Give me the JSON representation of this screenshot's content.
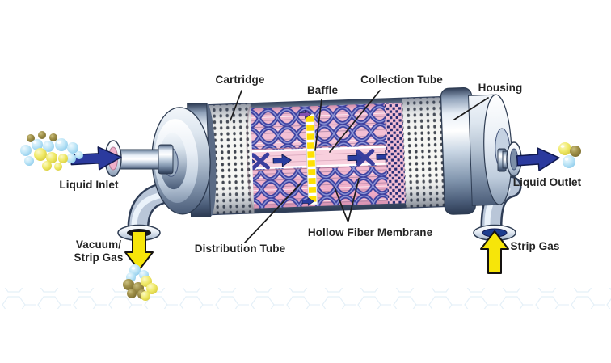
{
  "labels": {
    "cartridge": "Cartridge",
    "baffle": "Baffle",
    "collection_tube": "Collection Tube",
    "housing": "Housing",
    "liquid_inlet": "Liquid Inlet",
    "vacuum_strip_gas_line1": "Vacuum/",
    "vacuum_strip_gas_line2": "Strip Gas",
    "distribution_tube": "Distribution Tube",
    "hollow_fiber_membrane": "Hollow Fiber Membrane",
    "liquid_outlet": "Liquid Outlet",
    "strip_gas": "Strip Gas"
  },
  "flow_arrows": {
    "liquid_inlet": {
      "direction": "right",
      "color": "#2b3a9e"
    },
    "liquid_outlet": {
      "direction": "right",
      "color": "#2b3a9e"
    },
    "vacuum_strip_gas": {
      "direction": "down",
      "color": "#f6e50a"
    },
    "strip_gas": {
      "direction": "up",
      "color": "#f6e50a"
    },
    "internal_liquid_flow": {
      "direction": "right",
      "color": "#2b3a9e"
    }
  },
  "colors": {
    "background": "#ffffff",
    "label_text": "#242424",
    "membrane_pink": "#f4bed3",
    "fiber_weave_blue": "#3b3f9e",
    "baffle_yellow": "#ffe003",
    "flow_arrow_blue": "#2b3a9e",
    "gas_arrow_yellow": "#f6e50a",
    "bubble_blue": "#7ec3e8",
    "bubble_yellow": "#f0ea6a",
    "bubble_olive": "#8a7c30",
    "watermark_blue": "#cfe4f2"
  }
}
